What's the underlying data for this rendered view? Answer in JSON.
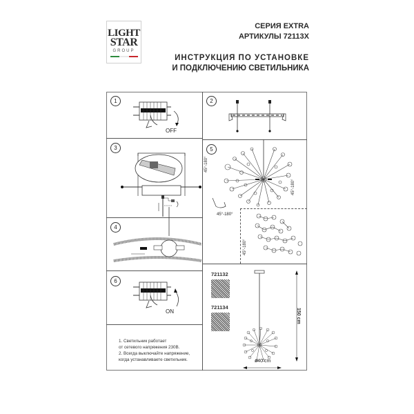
{
  "logo": {
    "line1": "LIGHT",
    "line2": "STAR",
    "line3": "GROUP",
    "flag_colors": [
      "#2e8b3d",
      "#ffffff",
      "#c8262c"
    ]
  },
  "header": {
    "series": "СЕРИЯ EXTRA",
    "articles": "АРТИКУЛЫ 72113X",
    "title_line1": "ИНСТРУКЦИЯ ПО УСТАНОВКЕ",
    "title_line2": "И ПОДКЛЮЧЕНИЮ СВЕТИЛЬНИКА"
  },
  "steps": [
    {
      "number": "1",
      "label": "OFF",
      "depicts": "circuit-breaker-off"
    },
    {
      "number": "2",
      "depicts": "mounting-bracket-with-screws"
    },
    {
      "number": "3",
      "depicts": "wiring-terminal-connection"
    },
    {
      "number": "4",
      "depicts": "canopy-attachment"
    },
    {
      "number": "5",
      "depicts": "adjust-arms",
      "angle_label": "45°-180°"
    },
    {
      "number": "6",
      "label": "ON",
      "depicts": "circuit-breaker-on"
    }
  ],
  "angles": {
    "a1": "45°-180°",
    "a2": "45°-180°",
    "a3": "45°-180°",
    "a4": "45°-180°"
  },
  "notes": {
    "line1": "1. Светильник работает",
    "line2": "от сетевого напряжения 230В.",
    "line3": "2. Всегда выключайте напряжение,",
    "line4": "когда устанавливаете светильник."
  },
  "products": {
    "code1": "721132",
    "code2": "721134",
    "height": "150 cm",
    "diameter": "ø40 cm"
  }
}
